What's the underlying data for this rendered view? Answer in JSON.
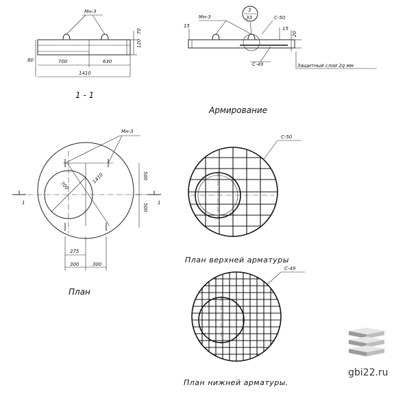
{
  "section": {
    "loop_label": "Мн-3",
    "dim_total": "1410",
    "dim_left": "700",
    "dim_right": "630",
    "dim_height": "80",
    "dim_ear": "70",
    "dim_slab": "120",
    "caption": "1 - 1"
  },
  "reinforcement": {
    "loop_label": "Мн-3",
    "callout_top": "3",
    "callout_bottom": "33",
    "upper_mesh": "С-50",
    "lower_mesh": "С-49",
    "dim_15_left": "15",
    "dim_15_right": "15",
    "dim_20": "20",
    "cover_note": "Защитный слой 2q мм",
    "caption": "Армирование"
  },
  "plan": {
    "loop_label": "Мн-3",
    "dim_hole": "700",
    "dim_diag": "1410",
    "dim_500_top": "500",
    "dim_500_bottom": "500",
    "dim_275": "275",
    "dim_300_left": "300",
    "dim_300_right": "300",
    "section_mark_left": "1",
    "section_mark_right": "1",
    "caption": "План"
  },
  "upper_plan": {
    "mesh_label": "С-50",
    "caption": "План верхней арматуры"
  },
  "lower_plan": {
    "mesh_label": "С-49",
    "caption": "План нижней арматуры."
  },
  "watermark": {
    "text": "gbi22.ru",
    "colors": {
      "top": "#e6e6e6",
      "side_left": "#9a9a9a",
      "side_right": "#bdbdbd"
    }
  }
}
